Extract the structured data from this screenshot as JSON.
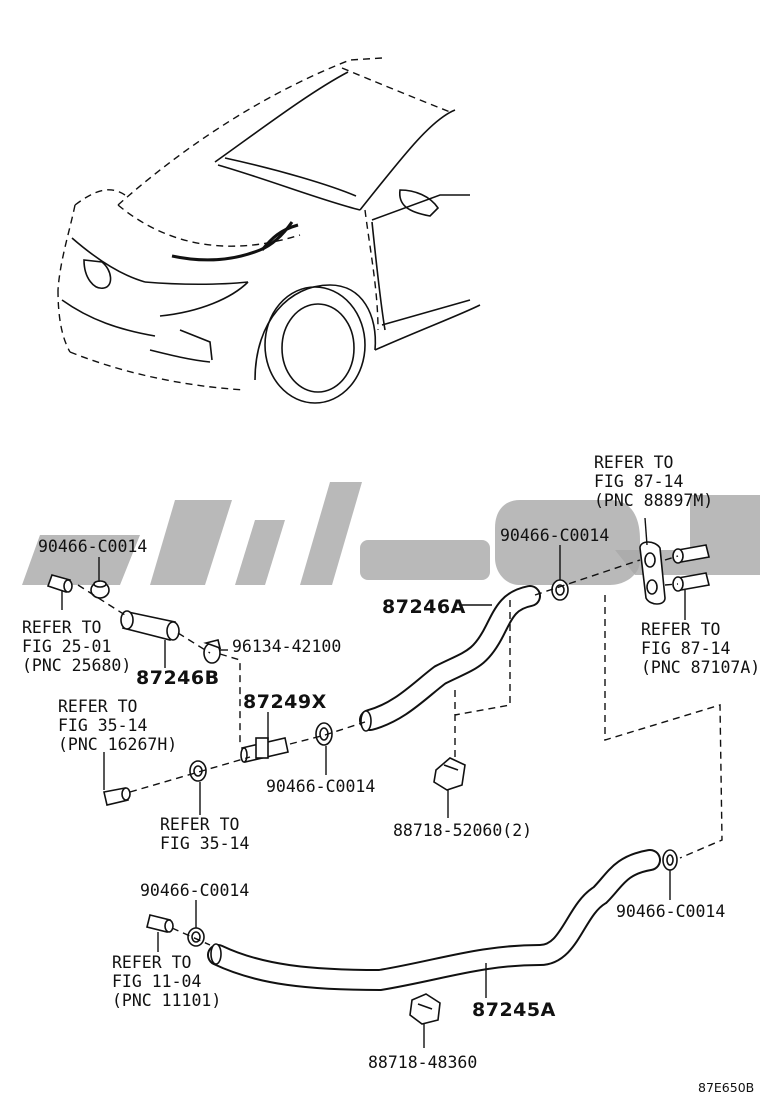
{
  "diagram": {
    "watermark_text": "",
    "figure_code": "87E650B",
    "labels": {
      "refer_8714_a": [
        "REFER TO",
        "FIG 87-14",
        "(PNC 88897M)"
      ],
      "refer_8714_b": [
        "REFER TO",
        "FIG 87-14",
        "(PNC 87107A)"
      ],
      "refer_2501": [
        "REFER TO",
        "FIG 25-01",
        "(PNC 25680)"
      ],
      "refer_3514_a": [
        "REFER TO",
        "FIG 35-14",
        "(PNC 16267H)"
      ],
      "refer_3514_b": [
        "REFER TO",
        "FIG 35-14"
      ],
      "refer_1104": [
        "REFER TO",
        "FIG 11-04",
        "(PNC 11101)"
      ],
      "clip_top_left": "90466-C0014",
      "clip_top_right": "90466-C0014",
      "clip_middle": "90466-C0014",
      "clip_lower_left": "90466-C0014",
      "clip_lower_right": "90466-C0014",
      "part_87246A": "87246A",
      "part_87246B": "87246B",
      "part_87249X": "87249X",
      "part_87245A": "87245A",
      "part_96134": "96134-42100",
      "part_88718_52060": "88718-52060(2)",
      "part_88718_48360": "88718-48360"
    }
  }
}
